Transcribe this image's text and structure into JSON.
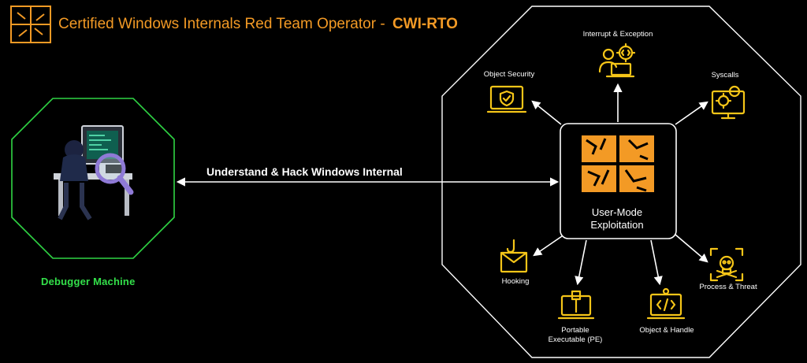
{
  "header": {
    "title": "Certified Windows Internals Red Team Operator -",
    "code": "CWI-RTO",
    "accent_color": "#f39a25"
  },
  "left": {
    "label": "Debugger Machine",
    "border_color": "#2fd444",
    "icon": "hacker-at-computer-icon"
  },
  "connection": {
    "label": "Understand & Hack Windows Internal"
  },
  "center": {
    "line1": "User-Mode",
    "line2": "Exploitation",
    "icon": "broken-windows-logo-icon"
  },
  "nodes": {
    "interrupt": {
      "label": "Interrupt & Exception",
      "icon": "person-laptop-gear-icon"
    },
    "object_security": {
      "label": "Object Security",
      "icon": "laptop-shield-icon"
    },
    "syscalls": {
      "label": "Syscalls",
      "icon": "monitor-gears-icon"
    },
    "hooking": {
      "label": "Hooking",
      "icon": "envelope-hook-icon"
    },
    "pe_line1": {
      "label": "Portable"
    },
    "pe_line2": {
      "label": "Executable (PE)",
      "icon": "laptop-usb-icon"
    },
    "handle": {
      "label": "Object & Handle",
      "icon": "laptop-code-icon"
    },
    "process": {
      "label": "Process & Threat",
      "icon": "skull-target-icon"
    }
  },
  "colors": {
    "icon": "#f5c518",
    "logo": "#f39a25",
    "line": "#ffffff"
  }
}
